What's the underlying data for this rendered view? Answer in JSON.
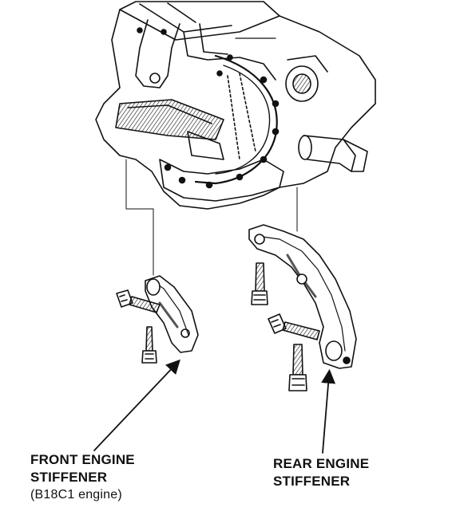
{
  "front_callout": {
    "line1": "FRONT ENGINE",
    "line2": "STIFFENER",
    "note": "(B18C1 engine)"
  },
  "rear_callout": {
    "line1": "REAR ENGINE",
    "line2": "STIFFENER"
  },
  "colors": {
    "ink": "#111111",
    "paper": "#ffffff",
    "shade": "#555555"
  }
}
